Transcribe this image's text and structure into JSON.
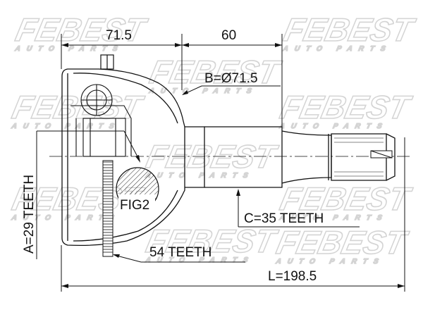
{
  "dimensions": {
    "len_a": "71.5",
    "len_b": "60",
    "outer_diameter": "B=Ø71.5",
    "total_length": "L=198.5"
  },
  "teeth": {
    "abs_ring": "54 TEETH",
    "outer_spline": "A=29 TEETH",
    "inner_spline": "C=35 TEETH"
  },
  "figure_label": "FIG2",
  "watermark": {
    "brand": "FEBEST",
    "tagline": "AUTO PARTS"
  },
  "colors": {
    "line": "#111111",
    "watermark": "#d7d7d7",
    "hatch": "#222222"
  }
}
